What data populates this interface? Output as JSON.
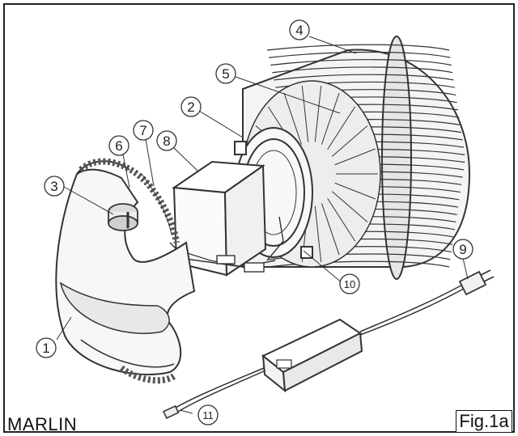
{
  "diagram": {
    "callouts": [
      {
        "id": "c1",
        "label": "1"
      },
      {
        "id": "c2",
        "label": "2"
      },
      {
        "id": "c3",
        "label": "3"
      },
      {
        "id": "c4",
        "label": "4"
      },
      {
        "id": "c5",
        "label": "5"
      },
      {
        "id": "c6",
        "label": "6"
      },
      {
        "id": "c7",
        "label": "7"
      },
      {
        "id": "c8",
        "label": "8"
      },
      {
        "id": "c9",
        "label": "9"
      },
      {
        "id": "c10",
        "label": "10"
      },
      {
        "id": "c11",
        "label": "11"
      }
    ],
    "brand": "MARLIN",
    "figure_label": "Fig.1a"
  },
  "colors": {
    "ink": "#222222",
    "paper": "#ffffff"
  }
}
